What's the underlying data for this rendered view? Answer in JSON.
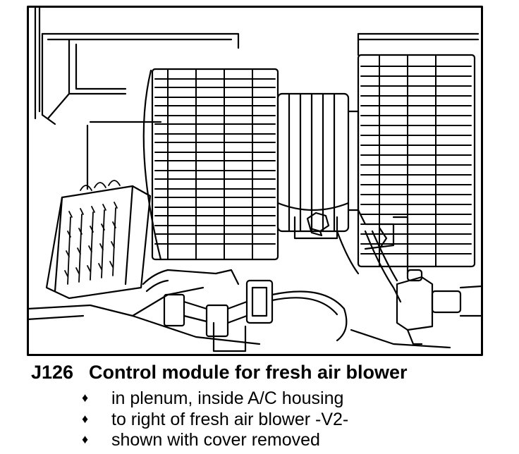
{
  "caption": {
    "code": "J126",
    "title": "Control module for fresh air blower",
    "bullet_glyph": "♦",
    "bullets": [
      "in plenum, inside A/C housing",
      "to right of fresh air blower -V2-",
      "shown with cover removed"
    ]
  },
  "figure": {
    "icons": [
      "control-module-icon",
      "blower-motor-icon",
      "connector-icon",
      "hex-bolt-icon"
    ]
  }
}
